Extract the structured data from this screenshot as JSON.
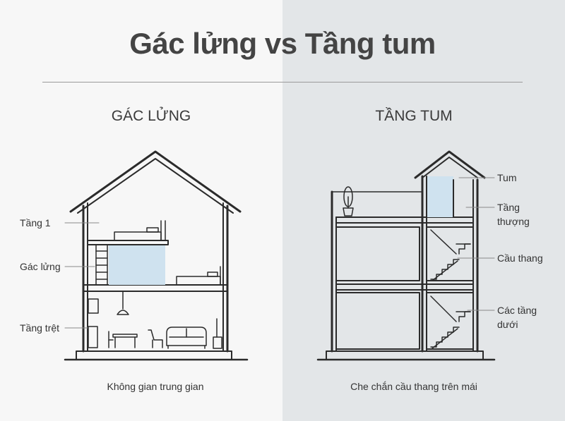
{
  "title": "Gác lửng vs Tầng tum",
  "left": {
    "heading": "GÁC LỬNG",
    "caption": "Không gian trung gian",
    "labels": {
      "floor1": "Tầng 1",
      "mezzanine": "Gác lửng",
      "ground": "Tầng trệt"
    }
  },
  "right": {
    "heading": "TẦNG TUM",
    "caption": "Che chắn cầu thang trên mái",
    "labels": {
      "tum": "Tum",
      "rooftop_line1": "Tầng",
      "rooftop_line2": "thượng",
      "stairs": "Cầu thang",
      "lower_line1": "Các tầng",
      "lower_line2": "dưới"
    }
  },
  "colors": {
    "background_left": "#f7f7f7",
    "background_right": "#e3e6e8",
    "line": "#2b2b2b",
    "highlight": "#cfe2ef"
  }
}
